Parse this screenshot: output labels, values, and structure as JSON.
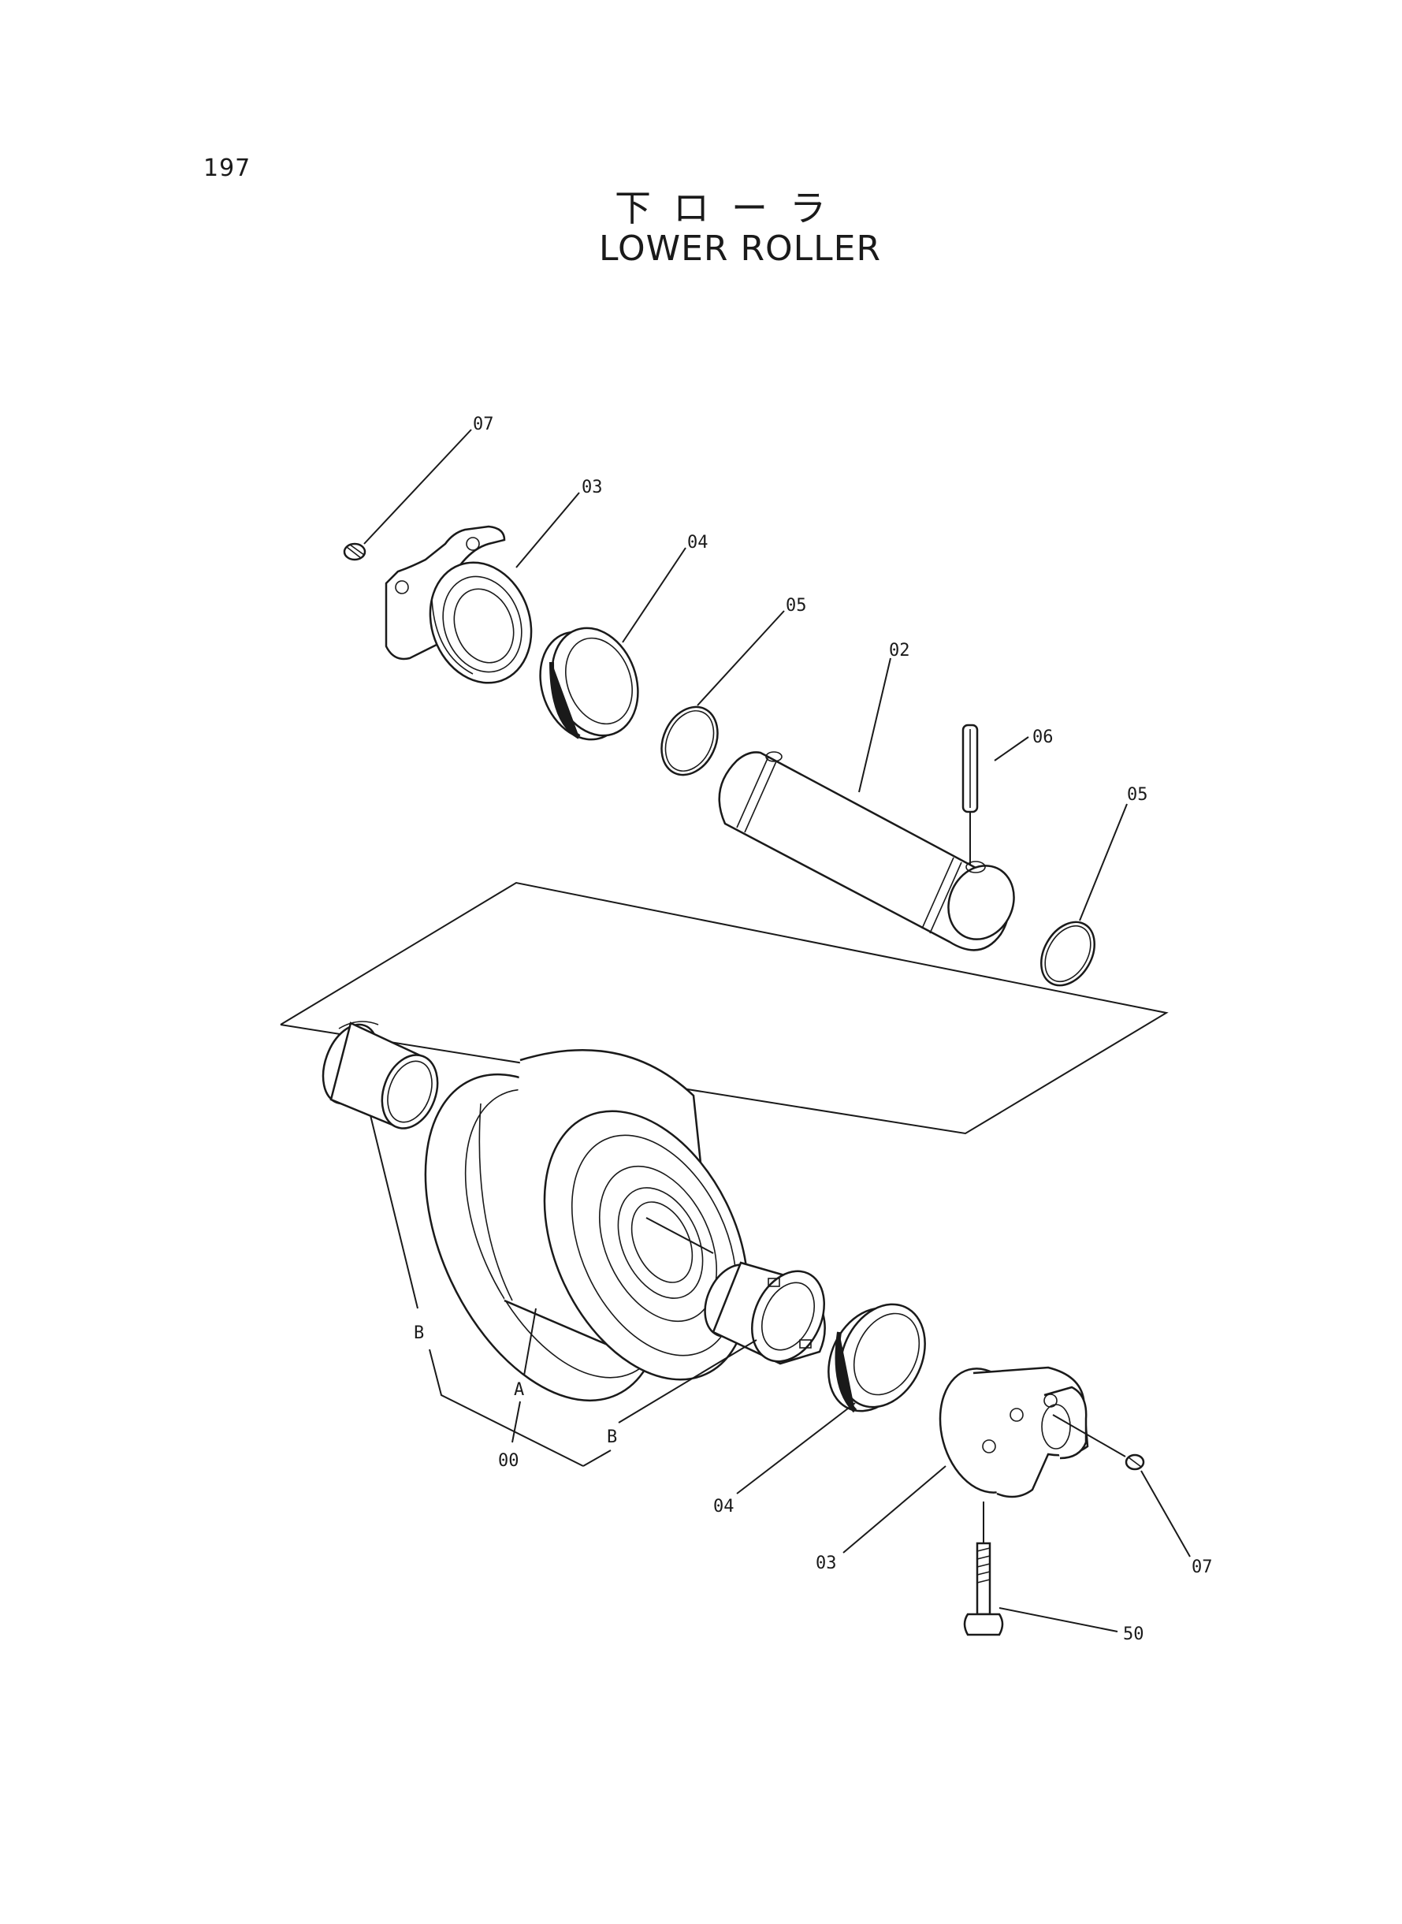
{
  "page": {
    "number": "197",
    "title_jp": "下ローラ",
    "title_en": "LOWER ROLLER"
  },
  "callouts": {
    "c07_top": "07",
    "c03_top": "03",
    "c04_top": "04",
    "c05_top": "05",
    "c02": "02",
    "c06": "06",
    "c05_right": "05",
    "c00": "00",
    "cA": "A",
    "cB_left": "B",
    "cB_bottom": "B",
    "c04_bottom": "04",
    "c03_bottom": "03",
    "c07_bottom": "07",
    "c50": "50"
  },
  "colors": {
    "ink": "#1a1a1a",
    "paper": "#ffffff"
  }
}
